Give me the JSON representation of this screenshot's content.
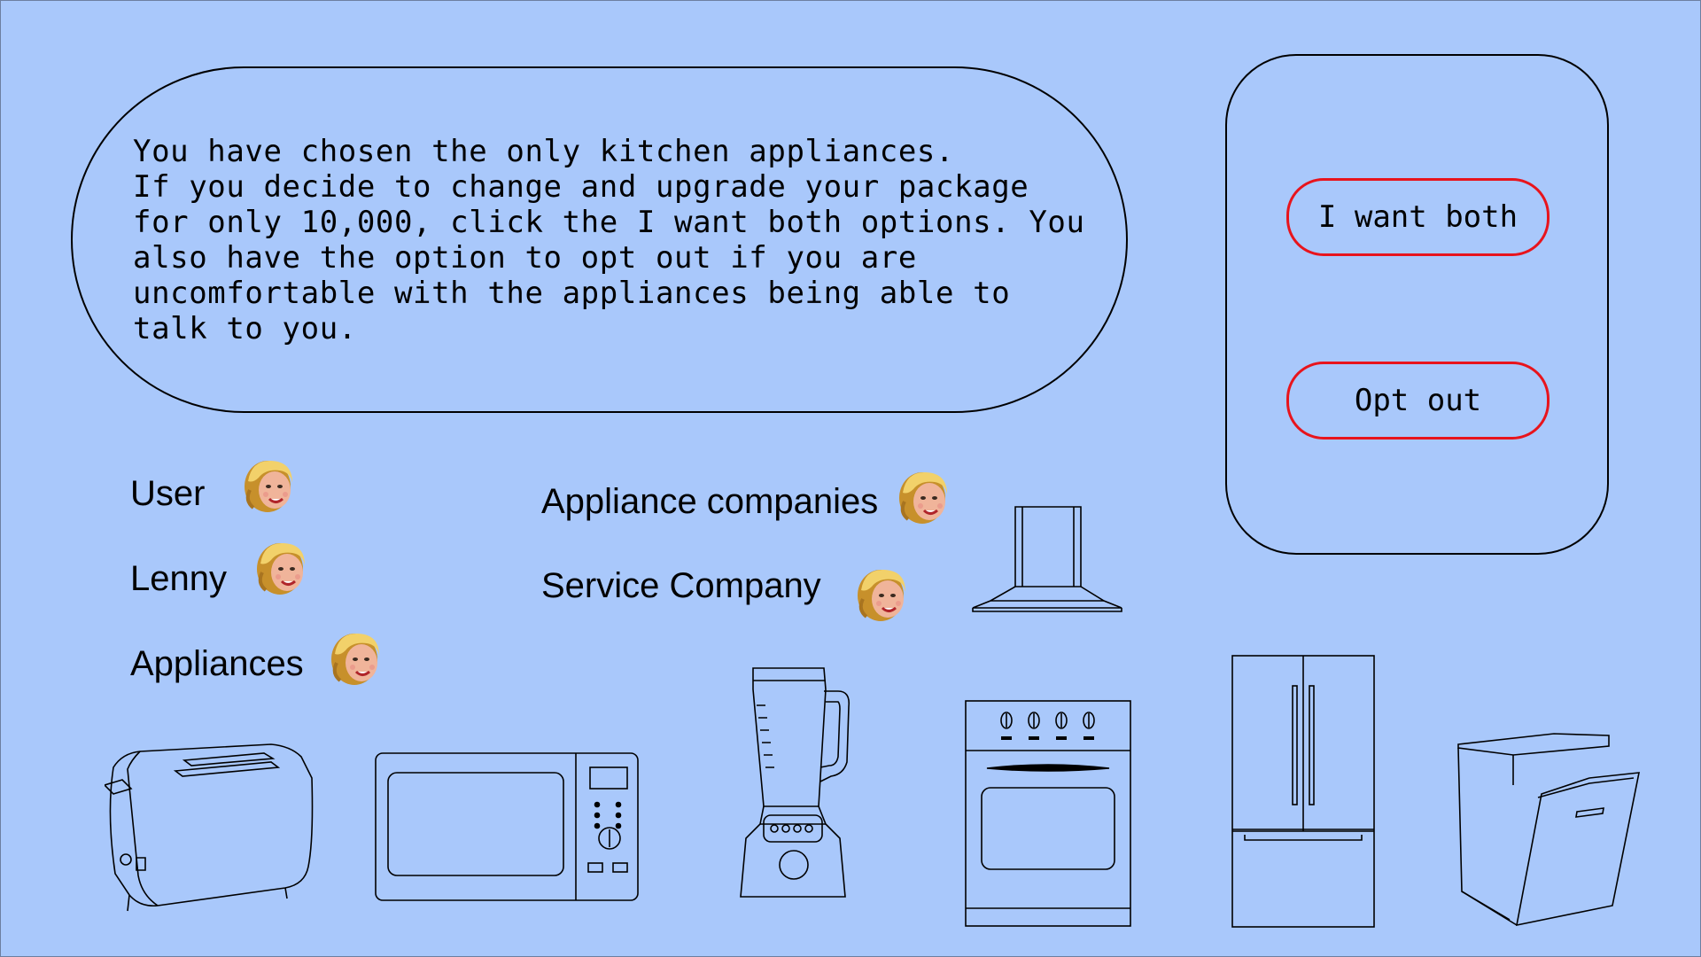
{
  "message": {
    "text": "You have chosen the only kitchen appliances.\nIf you decide to change and upgrade your package\nfor only 10,000, click the I want both options. You\nalso have the option to opt out if you are\nuncomfortable with the appliances being able to\ntalk to you."
  },
  "choices": {
    "both_label": "I want both",
    "optout_label": "Opt out",
    "border_color": "#e8141c"
  },
  "legend": {
    "user": "User",
    "lenny": "Lenny",
    "appliances": "Appliances",
    "appliance_companies": "Appliance companies",
    "service_company": "Service Company",
    "avatar_icon": "vintage-woman-face-icon"
  },
  "appliances": [
    "range-hood-icon",
    "toaster-icon",
    "microwave-icon",
    "blender-icon",
    "oven-icon",
    "refrigerator-icon",
    "dishwasher-icon"
  ],
  "colors": {
    "background": "#a9c8fb"
  }
}
